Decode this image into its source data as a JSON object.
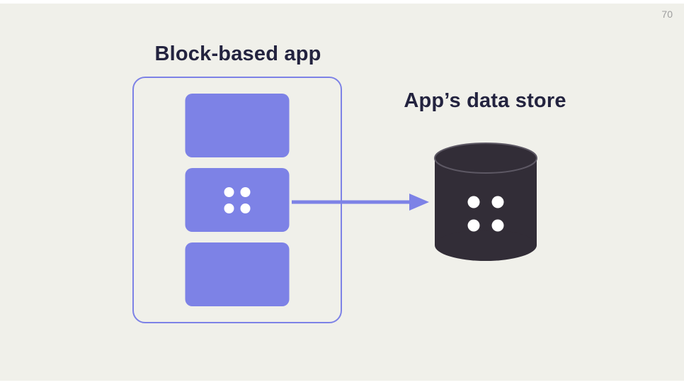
{
  "slide": {
    "number": "70"
  },
  "colors": {
    "bg": "#f0f0ea",
    "purple": "#7d82e6",
    "dark": "#322d37",
    "text": "#23233f",
    "muted": "#9e9e9e",
    "dot": "#ffffff"
  },
  "app_diagram": {
    "title": "Block-based app",
    "blocks": [
      {
        "name": "block-top",
        "icon": null
      },
      {
        "name": "block-middle",
        "icon": "four-dots-icon"
      },
      {
        "name": "block-bottom",
        "icon": null
      }
    ]
  },
  "arrow": {
    "direction": "right"
  },
  "data_store": {
    "title": "App’s data store",
    "shape": "database-cylinder",
    "icon": "four-dots-icon"
  }
}
